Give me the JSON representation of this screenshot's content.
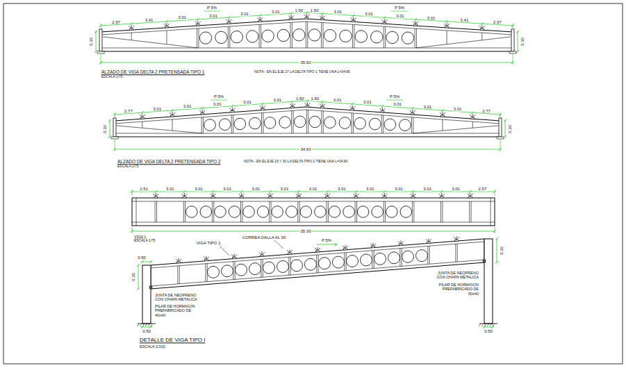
{
  "diagram": {
    "labels": [
      "2.97",
      "3.41",
      "3.01",
      "3.01",
      "3.01",
      "3.01",
      "1.50",
      "1.50",
      "3.01",
      "3.01",
      "3.01",
      "3.01",
      "3.41",
      "2.97",
      "P 5%",
      "P 5%",
      "0.30",
      "0.30",
      "35.50",
      "ALZADO DE VIGA DELTA 2 PRETENSADA TIPO 1",
      "ESCALA 1/75",
      "NOTA:- EN EL EJE 27 LA DELTA TIPO 1 TIENE UNA L=34.80",
      "2.77",
      "3.01",
      "3.01",
      "3.01",
      "3.01",
      "3.01",
      "1.50",
      "1.50",
      "3.01",
      "3.01",
      "3.01",
      "3.01",
      "3.01",
      "2.77",
      "P 5%",
      "P 5%",
      "0.30",
      "0.30",
      "34.60",
      "ALZADO DE VIGA DELTA 2 PRETENSADA TIPO 2",
      "ESCALA 1/75",
      "NOTA:- EN EL EJE 23 Y 30 LA DELTA TIPO 2 TIENE UNA L=34.60",
      "2.51",
      "3.01",
      "3.01",
      "3.01",
      "3.01",
      "3.01",
      "3.01",
      "3.01",
      "3.01",
      "3.01",
      "3.01",
      "3.01",
      "2.57",
      "35.30",
      "VIGA 1",
      "ESCALA 1/75",
      "CORREA DALLA AL 30",
      "VIGA TIPO 1",
      "P 5%",
      "0.50",
      "0.30",
      "0.30",
      "JUNTA DE NEOPRENO CON CHAPA METALICA",
      "PILAR DE HORMIGON PREFABRICADO DE 40x40",
      "JUNTA DE NEOPRENO CON CHAPA METALICA",
      "PILAR DE HORMIGON PREFABRICADO DE 50x40",
      "0.50",
      "0.50",
      "DETALLE DE VIGA TIPO I",
      "ESCALA 1/100"
    ]
  }
}
